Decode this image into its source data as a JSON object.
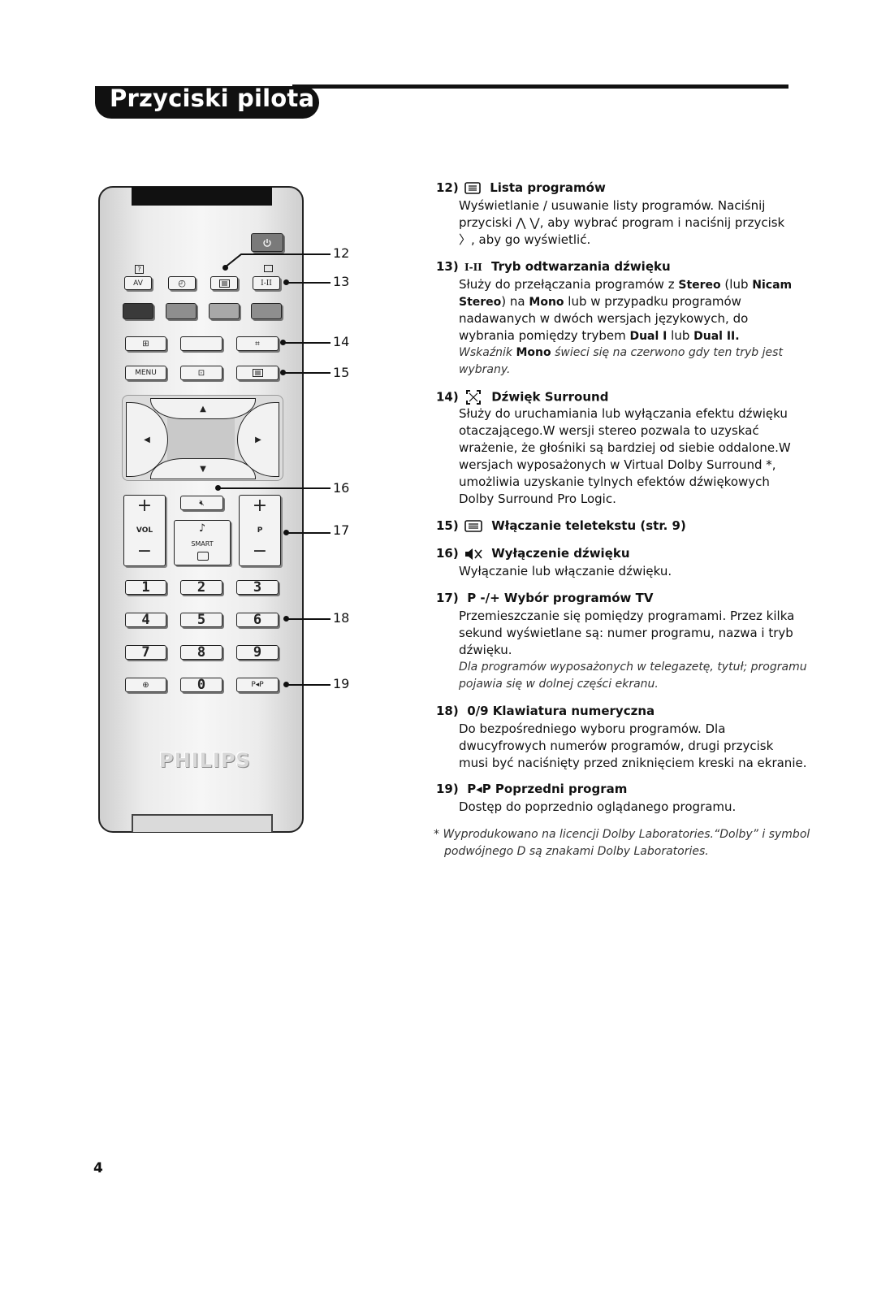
{
  "header": {
    "title": "Przyciski pilota"
  },
  "remote": {
    "brand": "PHILIPS",
    "av_label": "AV",
    "help_label": "?",
    "dual_label": "I-II",
    "menu_label": "MENU",
    "vol_label": "VOL",
    "p_label": "P",
    "smart_label": "SMART",
    "plus_vol": "+",
    "minus_vol": "−",
    "plus_p": "+",
    "minus_p": "−",
    "note_symbol": "♪",
    "pp_label": "P◂P",
    "digits": [
      "1",
      "2",
      "3",
      "4",
      "5",
      "6",
      "7",
      "8",
      "9",
      "0"
    ],
    "arrow_up": "▲",
    "arrow_down": "▼",
    "arrow_left": "◀",
    "arrow_right": "▶"
  },
  "callouts": [
    "12",
    "13",
    "14",
    "15",
    "16",
    "17",
    "18",
    "19"
  ],
  "sections": {
    "s12": {
      "num": "12)",
      "title": "Lista programów",
      "l1": "Wyświetlanie / usuwanie listy programów. Naciśnij",
      "l2a": "przyciski ",
      "l2_sym": "⋀ ⋁",
      "l2b": ", aby wybrać program i naciśnij przycisk",
      "l3_sym": "〉",
      "l3": ", aby go wyświetlić."
    },
    "s13": {
      "num": "13)",
      "icon": "I-II",
      "title": "Tryb odtwarzania dźwięku",
      "l1a": "Służy do przełączania programów z ",
      "l1b": "Stereo",
      "l1c": " (lub ",
      "l1d": "Nicam",
      "l2a": "Stereo",
      "l2b": ") na ",
      "l2c": "Mono",
      "l2d": " lub w przypadku programów",
      "l3": "nadawanych w dwóch wersjach językowych, do",
      "l4a": "wybrania pomiędzy trybem ",
      "l4b": "Dual I",
      "l4c": " lub ",
      "l4d": "Dual II.",
      "i1a": "Wskaźnik ",
      "i1b": "Mono",
      "i1c": " świeci się na czerwono gdy ten tryb jest",
      "i2": "wybrany."
    },
    "s14": {
      "num": "14)",
      "title": "Dźwięk Surround",
      "l1": "Służy do uruchamiania lub wyłączania efektu dźwięku",
      "l2": "otaczającego.W wersji stereo pozwala to uzyskać",
      "l3": "wrażenie, że głośniki są bardziej od siebie oddalone.W",
      "l4": "wersjach wyposażonych w Virtual Dolby Surround *,",
      "l5": "umożliwia uzyskanie tylnych efektów dźwiękowych",
      "l6": "Dolby Surround Pro Logic."
    },
    "s15": {
      "num": "15)",
      "title": "Włączanie teletekstu (str. 9)"
    },
    "s16": {
      "num": "16)",
      "title": "Wyłączenie dźwięku",
      "l1": "Wyłączanie lub włączanie dźwięku."
    },
    "s17": {
      "num": "17)",
      "title": "P -/+  Wybór programów TV",
      "l1": "Przemieszczanie się pomiędzy programami. Przez kilka",
      "l2": "sekund wyświetlane są: numer programu, nazwa i tryb",
      "l3": "dźwięku.",
      "i1": "Dla programów wyposażonych w telegazetę, tytuł; programu",
      "i2": "pojawia się w dolnej części ekranu."
    },
    "s18": {
      "num": "18)",
      "title": "0/9 Klawiatura numeryczna",
      "l1": "Do bezpośredniego wyboru programów. Dla",
      "l2": "dwucyfrowych numerów programów, drugi przycisk",
      "l3": "musi być naciśnięty przed zniknięciem kreski na ekranie."
    },
    "s19": {
      "num": "19)",
      "title": "P◂P  Poprzedni program",
      "l1": "Dostęp do poprzednio oglądanego programu."
    }
  },
  "footnote": {
    "l1": "* Wyprodukowano na licencji Dolby Laboratories.“Dolby” i symbol",
    "l2": "podwójnego D są znakami Dolby Laboratories."
  },
  "page_number": "4"
}
